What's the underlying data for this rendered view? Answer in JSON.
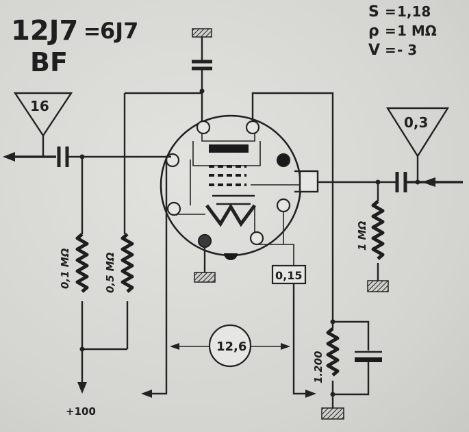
{
  "title": {
    "tube": "12J7",
    "equiv_sign": "=",
    "equiv_tube": "6J7",
    "subtitle": "BF"
  },
  "specs": [
    {
      "symbol": "S",
      "value": "1,18"
    },
    {
      "symbol": "ρ",
      "value": "1 MΩ"
    },
    {
      "symbol": "V",
      "value": "- 3"
    }
  ],
  "output_triangle": "16",
  "input_triangle": "0,3",
  "resistors": {
    "r1": "0,1 MΩ",
    "r2": "0,5 MΩ",
    "r3": "1 MΩ",
    "r4": "1.200"
  },
  "heater_box": "0,15",
  "heater_voltage": "12,6",
  "supply": "+100"
}
